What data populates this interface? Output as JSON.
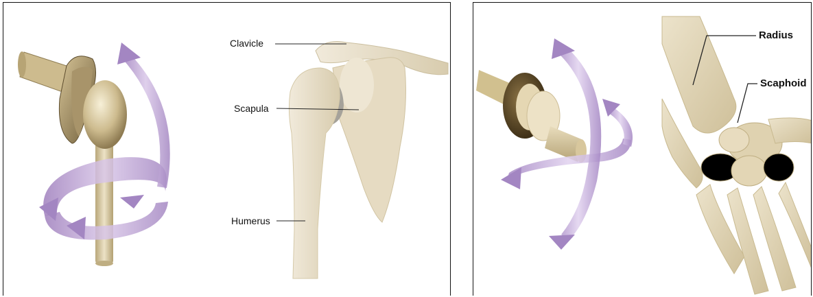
{
  "left_panel": {
    "labels": {
      "clavicle": "Clavicle",
      "scapula": "Scapula",
      "humerus": "Humerus"
    }
  },
  "right_panel": {
    "labels": {
      "radius": "Radius",
      "scaphoid": "Scaphoid"
    }
  },
  "colors": {
    "bone": "#e6dcc3",
    "bone_shadow": "#c9bb95",
    "model_metal": "#cdbb8e",
    "model_dark": "#7d6a43",
    "arrow": "#b89ad0",
    "leader_line": "#222222"
  }
}
